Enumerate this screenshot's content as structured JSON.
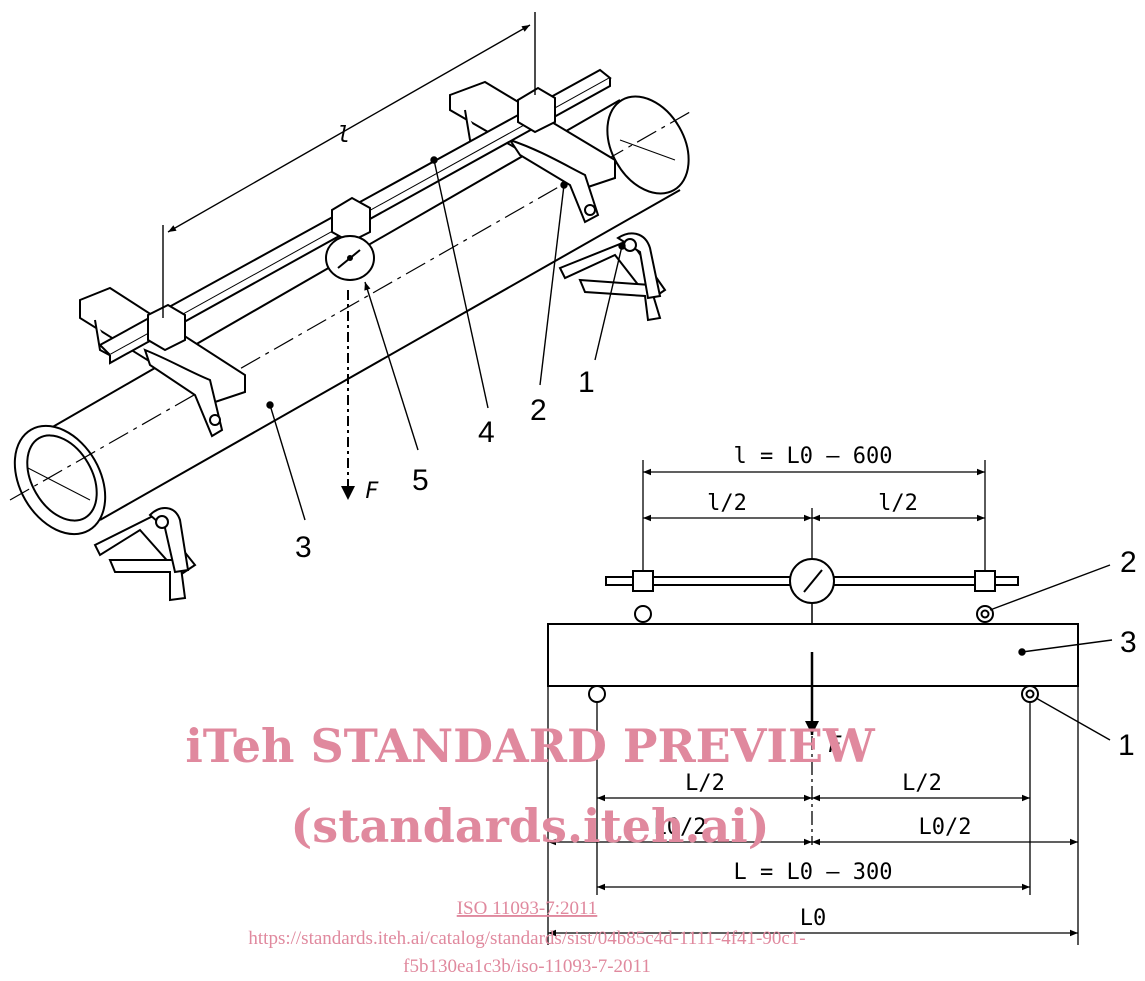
{
  "isometric_view": {
    "callouts": [
      "1",
      "2",
      "3",
      "4",
      "5"
    ],
    "force_label": "F",
    "span_label": "l"
  },
  "schematic_view": {
    "callouts": [
      "1",
      "2",
      "3"
    ],
    "force_label": "F",
    "dimensions": {
      "l_total": "l = L0 – 600",
      "l_half": "l/2",
      "L_half": "L/2",
      "L0_half": "L0/2",
      "L_total": "L = L0 – 300",
      "L0": "L0"
    }
  },
  "watermark": {
    "title": "iTeh STANDARD PREVIEW",
    "subtitle": "(standards.iteh.ai)",
    "standard": "ISO 11093-7:2011",
    "url_line1": "https://standards.iteh.ai/catalog/standards/sist/04b85c4d-1111-4f41-90c1-",
    "url_line2": "f5b130ea1c3b/iso-11093-7-2011"
  }
}
